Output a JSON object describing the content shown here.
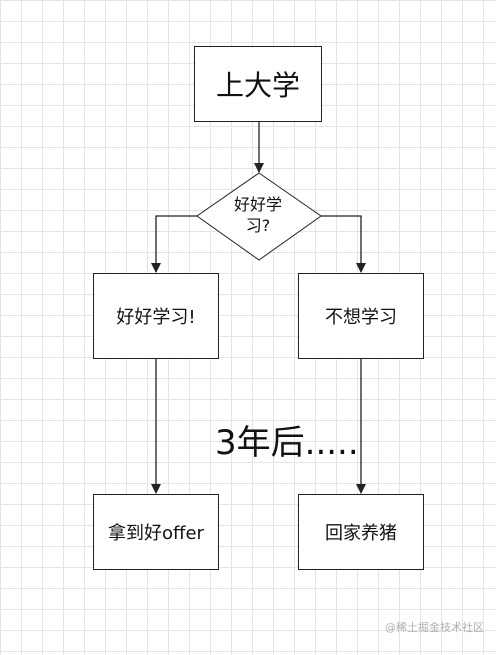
{
  "nodes": {
    "start": "上大学",
    "decision": "好好学习?",
    "study_hard": "好好学习!",
    "no_study": "不想学习",
    "offer": "拿到好offer",
    "pig": "回家养猪"
  },
  "annotation": "3年后.....",
  "watermark": "@稀土掘金技术社区"
}
